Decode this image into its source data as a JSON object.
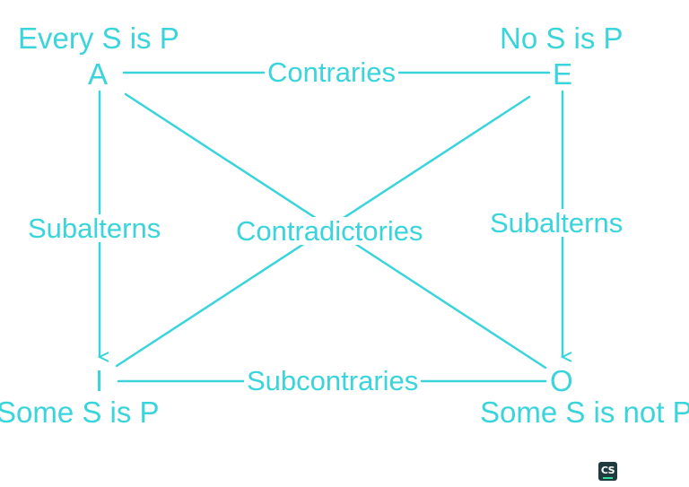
{
  "diagram": {
    "line_color": "#3ad4dc",
    "background": "#ffffff",
    "corners": {
      "A": {
        "letter": "A",
        "proposition": "Every S is P"
      },
      "E": {
        "letter": "E",
        "proposition": "No S is P"
      },
      "I": {
        "letter": "I",
        "proposition": "Some S is P"
      },
      "O": {
        "letter": "O",
        "proposition": "Some S is not P"
      }
    },
    "relations": {
      "top": "Contraries",
      "bottom": "Subcontraries",
      "left": "Subalterns",
      "right": "Subalterns",
      "diagonals": "Contradictories"
    }
  },
  "watermark": {
    "text": "CS",
    "icon": "camscanner-logo-icon"
  }
}
